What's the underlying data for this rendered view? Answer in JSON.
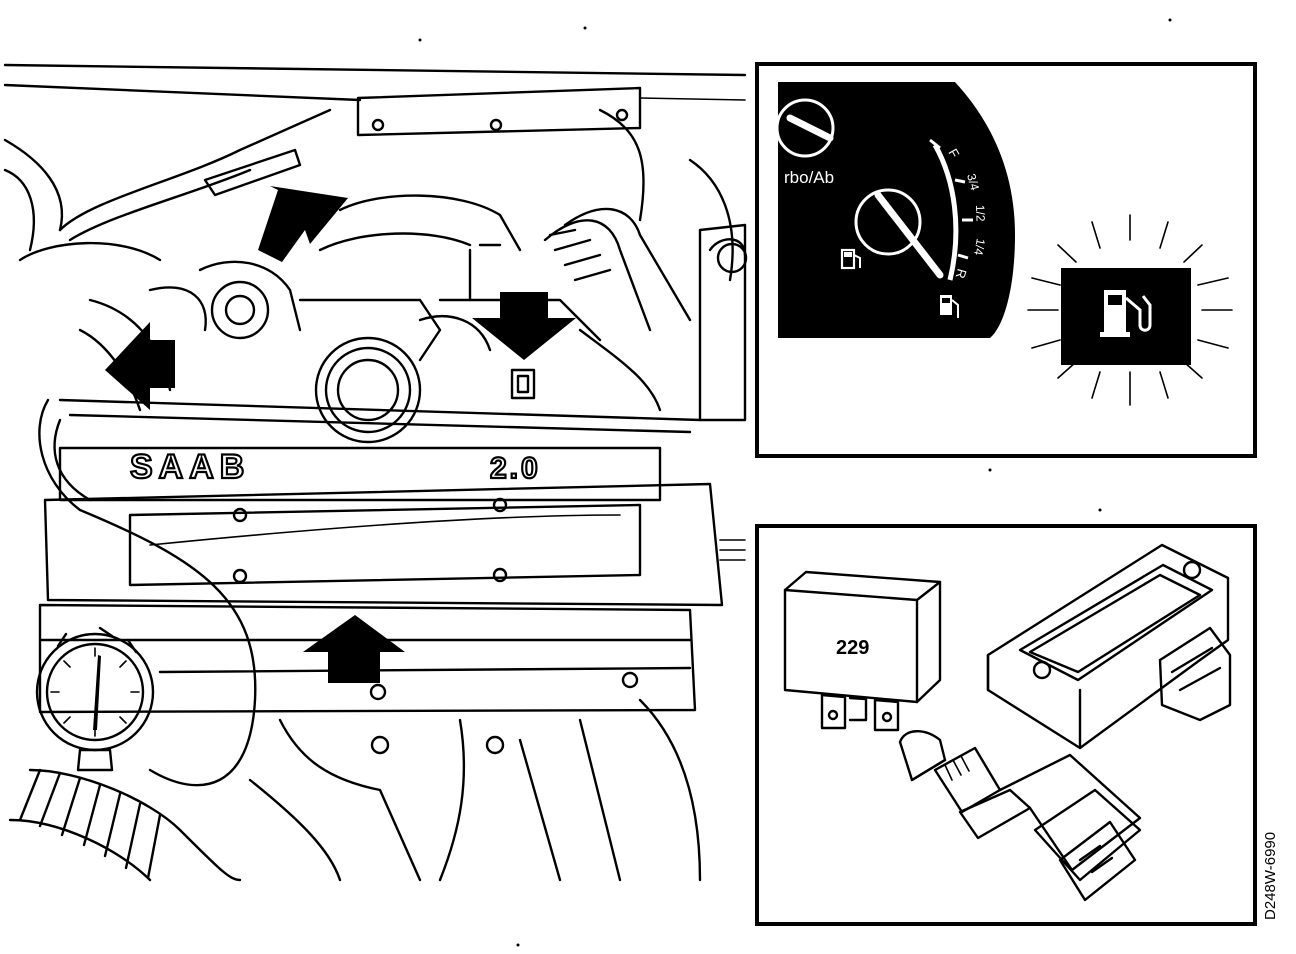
{
  "engine_view": {
    "cover_brand": "SAAB",
    "cover_displacement": "2.0",
    "arrows": [
      "arrow-upper-left",
      "arrow-left",
      "arrow-down",
      "arrow-up"
    ],
    "gauge": "pressure-gauge"
  },
  "fuel_gauge_panel": {
    "left_dial_label": "rbo/Ab",
    "scale_marks": [
      "F",
      "3/4",
      "1/2",
      "1/4",
      "R"
    ],
    "warning_icon": "fuel-pump-icon"
  },
  "components_panel": {
    "relay_number": "229",
    "items": [
      "relay",
      "pressure-sensor",
      "temperature-sensor"
    ]
  },
  "reference_code": "D248W-6990",
  "colors": {
    "ink": "#000000",
    "paper": "#ffffff"
  }
}
